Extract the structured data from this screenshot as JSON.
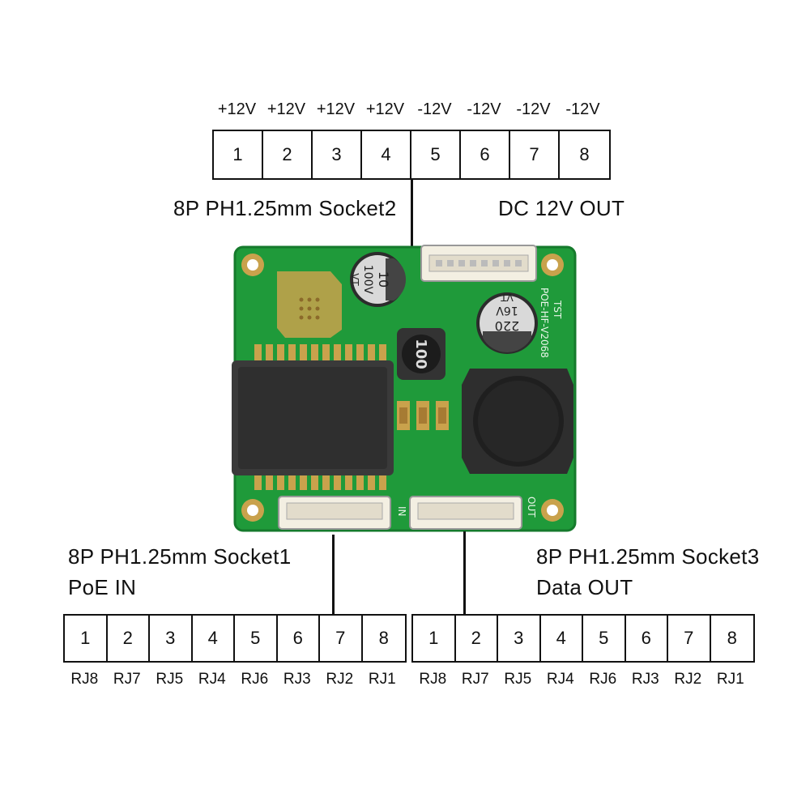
{
  "top_connector": {
    "voltages": [
      "+12V",
      "+12V",
      "+12V",
      "+12V",
      "-12V",
      "-12V",
      "-12V",
      "-12V"
    ],
    "pins": [
      "1",
      "2",
      "3",
      "4",
      "5",
      "6",
      "7",
      "8"
    ],
    "socket_label": "8P PH1.25mm Socket2",
    "function_label": "DC 12V OUT"
  },
  "left_connector": {
    "socket_label": "8P PH1.25mm Socket1",
    "function_label": "PoE IN",
    "pins": [
      "1",
      "2",
      "3",
      "4",
      "5",
      "6",
      "7",
      "8"
    ],
    "signals": [
      "RJ8",
      "RJ7",
      "RJ5",
      "RJ4",
      "RJ6",
      "RJ3",
      "RJ2",
      "RJ1"
    ]
  },
  "right_connector": {
    "socket_label": "8P PH1.25mm Socket3",
    "function_label": "Data OUT",
    "pins": [
      "1",
      "2",
      "3",
      "4",
      "5",
      "6",
      "7",
      "8"
    ],
    "signals": [
      "RJ8",
      "RJ7",
      "RJ5",
      "RJ4",
      "RJ6",
      "RJ3",
      "RJ2",
      "RJ1"
    ]
  },
  "board": {
    "cap_small": {
      "line1": "10",
      "line2": "100V",
      "line3": "VT"
    },
    "cap_large": {
      "line1": "220",
      "line2": "16V",
      "line3": "VT"
    },
    "inductor_small": "100",
    "silk_model": "POE-HF-V2068",
    "silk_tst": "TST",
    "silk_in": "IN",
    "silk_out": "OUT",
    "colors": {
      "pcb": "#1f9a3a",
      "pcb_dark": "#157a2c",
      "silk": "#e8f5e8",
      "copper": "#c9a24c"
    }
  }
}
